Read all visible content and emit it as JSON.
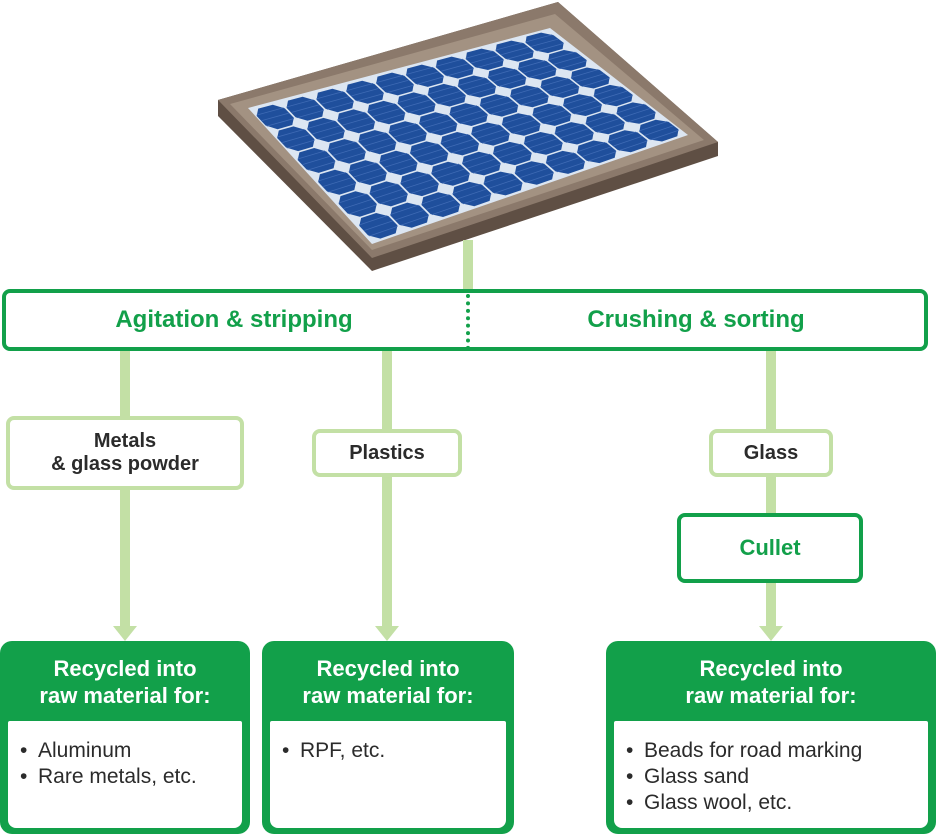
{
  "processes": {
    "left": "Agitation & stripping",
    "right": "Crushing & sorting"
  },
  "materials": {
    "metals": [
      "Metals",
      "& glass powder"
    ],
    "plastics": "Plastics",
    "glass": "Glass",
    "cullet": "Cullet"
  },
  "outputs": [
    {
      "heading": [
        "Recycled into",
        "raw material for:"
      ],
      "items": [
        "Aluminum",
        "Rare metals, etc."
      ]
    },
    {
      "heading": [
        "Recycled into",
        "raw material for:"
      ],
      "items": [
        "RPF, etc."
      ]
    },
    {
      "heading": [
        "Recycled into",
        "raw material for:"
      ],
      "items": [
        "Beads for road marking",
        "Glass sand",
        "Glass wool, etc."
      ]
    }
  ],
  "colors": {
    "process_green": "#12a04a",
    "light_green": "#c3e0a5",
    "panel_blue": "#1f4f9c",
    "frame_brown": "#7a6a5c"
  }
}
